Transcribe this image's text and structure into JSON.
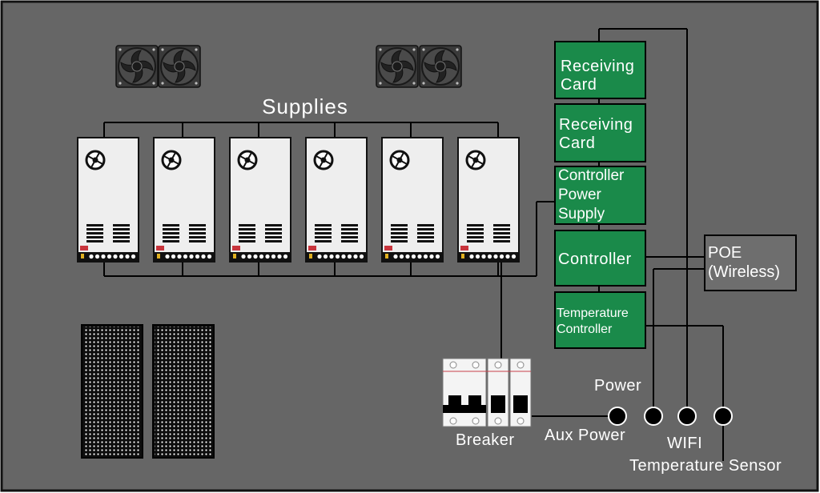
{
  "colors": {
    "panel": "#666666",
    "border": "#111111",
    "module": "#1a8a4a",
    "poe": "#6e6e6e",
    "supply": "#eeeeee",
    "wire": "#000000",
    "label": "#ffffff"
  },
  "labels": {
    "supplies": "Supplies",
    "breaker": "Breaker",
    "aux_power": "Aux Power",
    "power": "Power",
    "wifi": "WIFI",
    "temperature_sensor": "Temperature Sensor"
  },
  "modules": {
    "receiving_card_1": [
      "Receiving",
      "Card"
    ],
    "receiving_card_2": [
      "Receiving",
      "Card"
    ],
    "controller_power_supply": [
      "Controller",
      "Power",
      "Supply"
    ],
    "controller": [
      "Controller"
    ],
    "temperature_controller": [
      "Temperature",
      "Controller"
    ]
  },
  "poe": [
    "POE",
    "(Wireless)"
  ],
  "counts": {
    "fans": 4,
    "supplies": 6,
    "speaker_grilles": 2,
    "breaker_poles": 3,
    "ports": 4
  },
  "icons": {
    "fan": "fan-icon",
    "supply": "power-supply-unit",
    "grille": "speaker-grille",
    "breaker": "circuit-breaker",
    "port": "connector-port"
  }
}
